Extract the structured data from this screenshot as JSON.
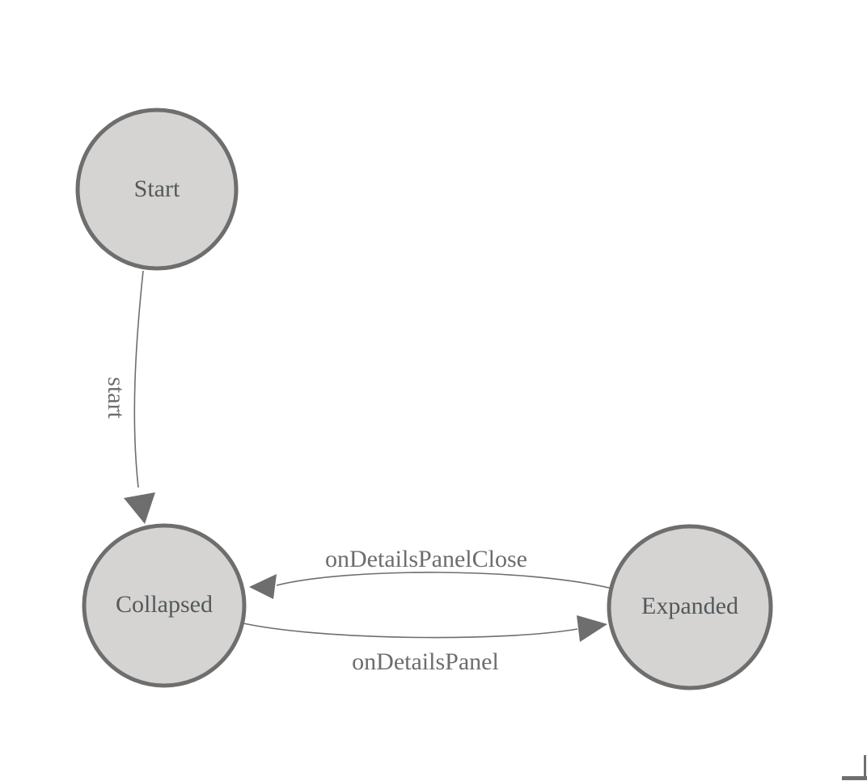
{
  "diagram": {
    "kind": "state-machine",
    "nodes": [
      {
        "id": "start",
        "label": "Start"
      },
      {
        "id": "collapsed",
        "label": "Collapsed"
      },
      {
        "id": "expanded",
        "label": "Expanded"
      }
    ],
    "edges": [
      {
        "from": "Start",
        "to": "Collapsed",
        "label": "start"
      },
      {
        "from": "Expanded",
        "to": "Collapsed",
        "label": "onDetailsPanelClose"
      },
      {
        "from": "Collapsed",
        "to": "Expanded",
        "label": "onDetailsPanel"
      }
    ],
    "colors": {
      "background": "#ffffff",
      "node_fill": "#d5d4d2",
      "node_border": "#6e6e6e",
      "node_label": "#54585b",
      "edge_line": "#6e6e6e",
      "edge_label": "#6b6d6f",
      "corner_mark": "#6f6f6f"
    }
  }
}
